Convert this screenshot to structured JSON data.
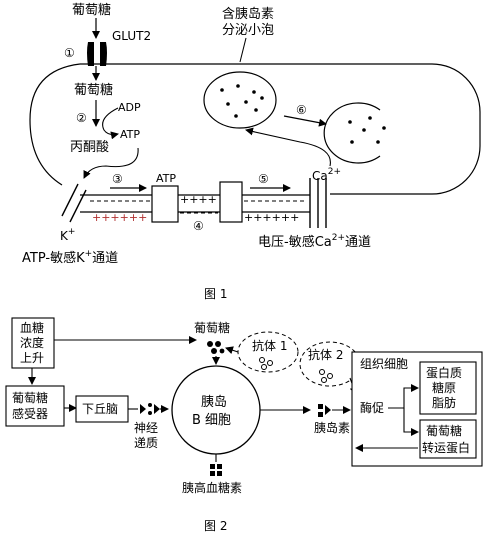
{
  "figure1": {
    "caption": "图 1",
    "glucose_top": "葡萄糖",
    "glut": "GLUT2",
    "step1": "①",
    "glucose_in": "葡萄糖",
    "step2": "②",
    "adp": "ADP",
    "atp1": "ATP",
    "pyruvate": "丙酮酸",
    "step3": "③",
    "atp2": "ATP",
    "step4": "④",
    "step5": "⑤",
    "ca": "Ca",
    "ca_sup": "2+",
    "k": "K",
    "k_sup": "+",
    "vesicle_label_1": "含胰岛素",
    "vesicle_label_2": "分泌小泡",
    "step6": "⑥",
    "k_channel_pre": "ATP-敏感K",
    "k_channel_sup": "+",
    "k_channel_post": "通道",
    "ca_channel_pre": "电压-敏感Ca",
    "ca_channel_sup": "2+",
    "ca_channel_post": "通道"
  },
  "figure2": {
    "caption": "图 2",
    "rise_1": "血糖",
    "rise_2": "浓度",
    "rise_3": "上升",
    "receptor_1": "葡萄糖",
    "receptor_2": "感受器",
    "hypothalamus": "下丘脑",
    "neuro_1": "神经",
    "neuro_2": "递质",
    "islet_1": "胰岛",
    "islet_2": "B 细胞",
    "glucose": "葡萄糖",
    "antibody1": "抗体 1",
    "antibody2": "抗体 2",
    "insulin": "胰岛素",
    "glucagon": "胰高血糖素",
    "tissue": "组织细胞",
    "enzyme": "酶促",
    "products_1": "蛋白质",
    "products_2": "糖原",
    "products_3": "脂肪",
    "transporter_1": "葡萄糖",
    "transporter_2": "转运蛋白"
  }
}
